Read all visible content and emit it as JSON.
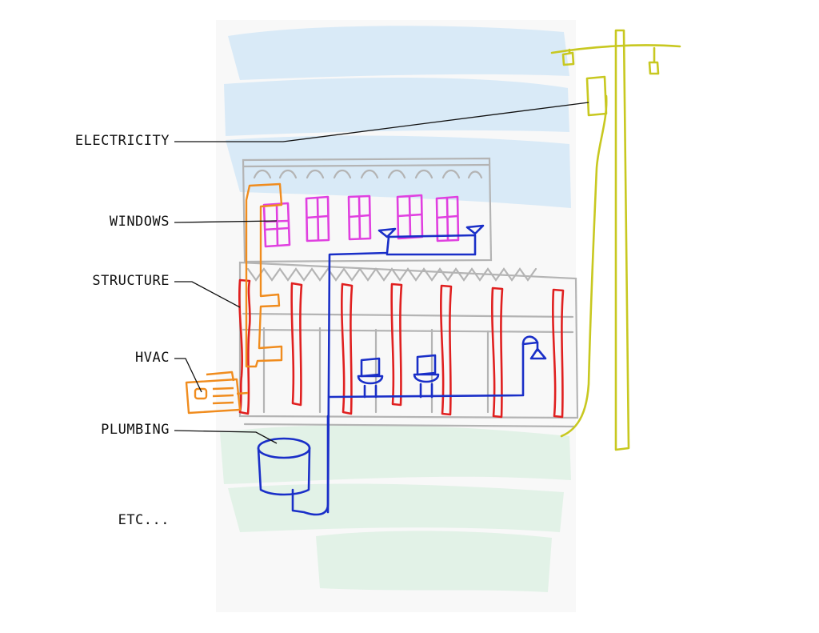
{
  "labels": {
    "electricity": "ELECTRICITY",
    "windows": "WINDOWS",
    "structure": "STRUCTURE",
    "hvac": "HVAC",
    "plumbing": "PLUMBING",
    "etc": "ETC..."
  },
  "colors": {
    "electricity": "#c8c820",
    "windows": "#e040e0",
    "structure": "#e02020",
    "hvac": "#f08c1e",
    "plumbing": "#1a2fc8",
    "building_outline": "#b4b4b4",
    "sky_wash": "#cfe6f7",
    "ground_wash": "#d9efe0",
    "leader_line": "#111111"
  },
  "icons": [
    "toilet-icon",
    "shower-head-icon",
    "water-tank-icon",
    "hvac-unit-icon",
    "transformer-icon"
  ]
}
